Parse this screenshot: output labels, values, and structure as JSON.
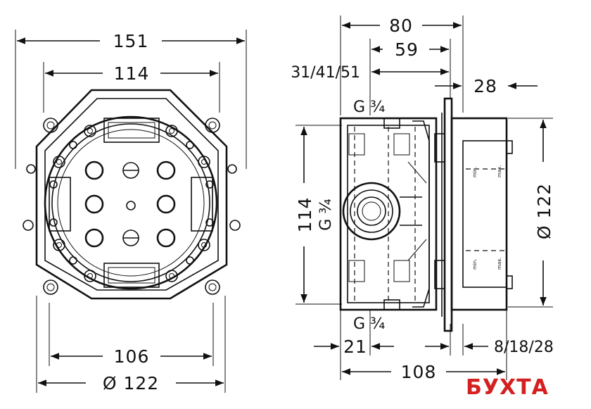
{
  "front_view": {
    "width_overall": "151",
    "width_inner": "114",
    "width_base": "106",
    "diameter": "Ø 122"
  },
  "side_view": {
    "depth_total": "80",
    "depth_body": "59",
    "depth_range": "31/41/51",
    "plate_depth": "28",
    "thread_top": "G ¾",
    "thread_middle": "G ¾",
    "thread_bottom": "G ¾",
    "height_inner": "114",
    "diameter": "Ø 122",
    "offset_left": "21",
    "wall_range": "8/18/28",
    "depth_bottom": "108",
    "label_min": "min.",
    "label_max": "max."
  },
  "watermark": "БУХТА"
}
